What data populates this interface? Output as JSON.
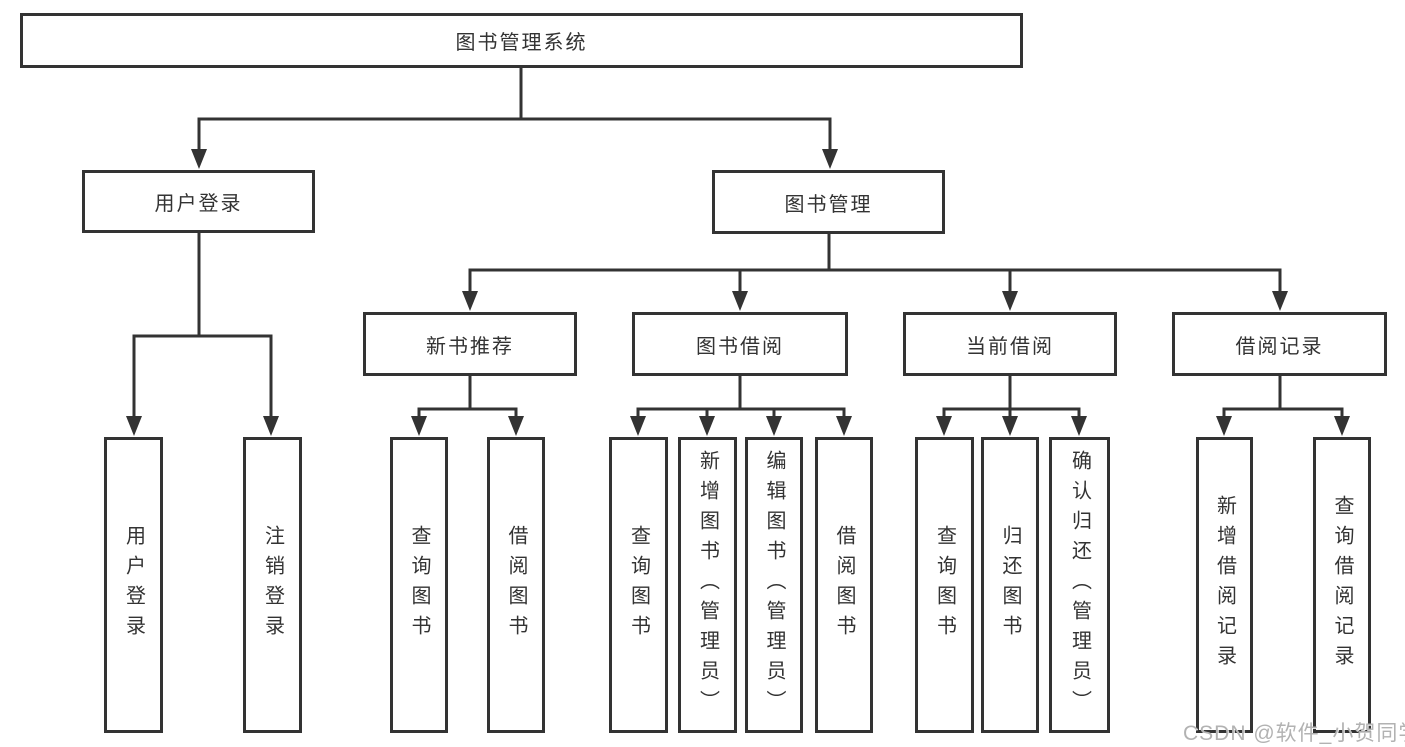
{
  "diagram": {
    "root": {
      "label": "图书管理系统"
    },
    "user_login": {
      "label": "用户登录",
      "children": [
        {
          "label": "用户登录"
        },
        {
          "label": "注销登录"
        }
      ]
    },
    "book_mgmt": {
      "label": "图书管理",
      "children": [
        {
          "label": "新书推荐",
          "children": [
            {
              "label": "查询图书"
            },
            {
              "label": "借阅图书"
            }
          ]
        },
        {
          "label": "图书借阅",
          "children": [
            {
              "label": "查询图书"
            },
            {
              "label": "新增图书（管理员）"
            },
            {
              "label": "编辑图书（管理员）"
            },
            {
              "label": "借阅图书"
            }
          ]
        },
        {
          "label": "当前借阅",
          "children": [
            {
              "label": "查询图书"
            },
            {
              "label": "归还图书"
            },
            {
              "label": "确认归还（管理员）"
            }
          ]
        },
        {
          "label": "借阅记录",
          "children": [
            {
              "label": "新增借阅记录"
            },
            {
              "label": "查询借阅记录"
            }
          ]
        }
      ]
    },
    "watermark": "CSDN @软件_小贺同学",
    "colors": {
      "line": "#333333",
      "text": "#333333",
      "box_background": "#ffffff",
      "watermark": "#b2b2b2"
    }
  }
}
